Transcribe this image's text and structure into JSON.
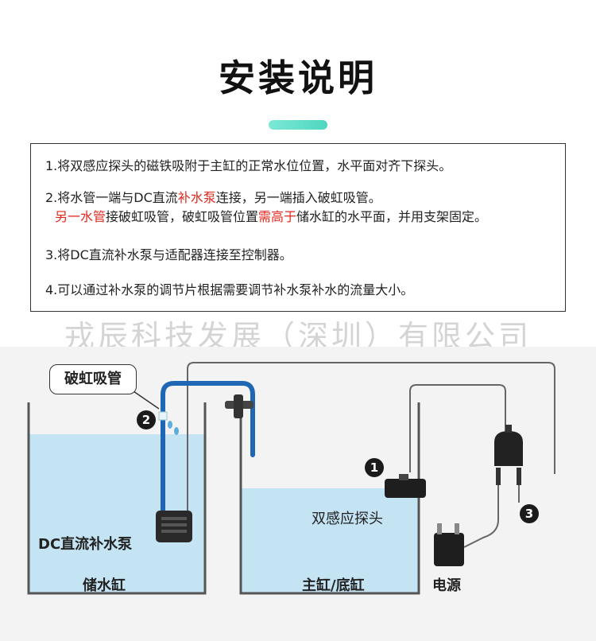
{
  "title": "安装说明",
  "instructions": {
    "step1": "1.将双感应探头的磁铁吸附于主缸的正常水位位置，水平面对齐下探头。",
    "step2": {
      "a": "2.将水管一端与DC直流",
      "b": "补水泵",
      "c": "连接，另一端插入破虹吸管。",
      "d": "另一水管",
      "e": "接破虹吸管，破虹吸管位置",
      "f": "需高于",
      "g": "储水缸的水平面，并用支架固定。"
    },
    "step3": "3.将DC直流补水泵与适配器连接至控制器。",
    "step4": "4.可以通过补水泵的调节片根据需要调节补水泵补水的流量大小。"
  },
  "watermark": "戎辰科技发展（深圳）有限公司",
  "diagram": {
    "callout_label": "破虹吸管",
    "pump_label": "DC直流补水泵",
    "sensor_label": "双感应探头",
    "reservoir_label": "储水缸",
    "main_tank_label": "主缸/底缸",
    "power_label": "电源",
    "marker_1": "1",
    "marker_2": "2",
    "marker_3": "3"
  },
  "colors": {
    "accent_red": "#e0281e",
    "water": "#c4e3f3",
    "tube": "#1f67b5",
    "bar": "#4fd6c0"
  }
}
